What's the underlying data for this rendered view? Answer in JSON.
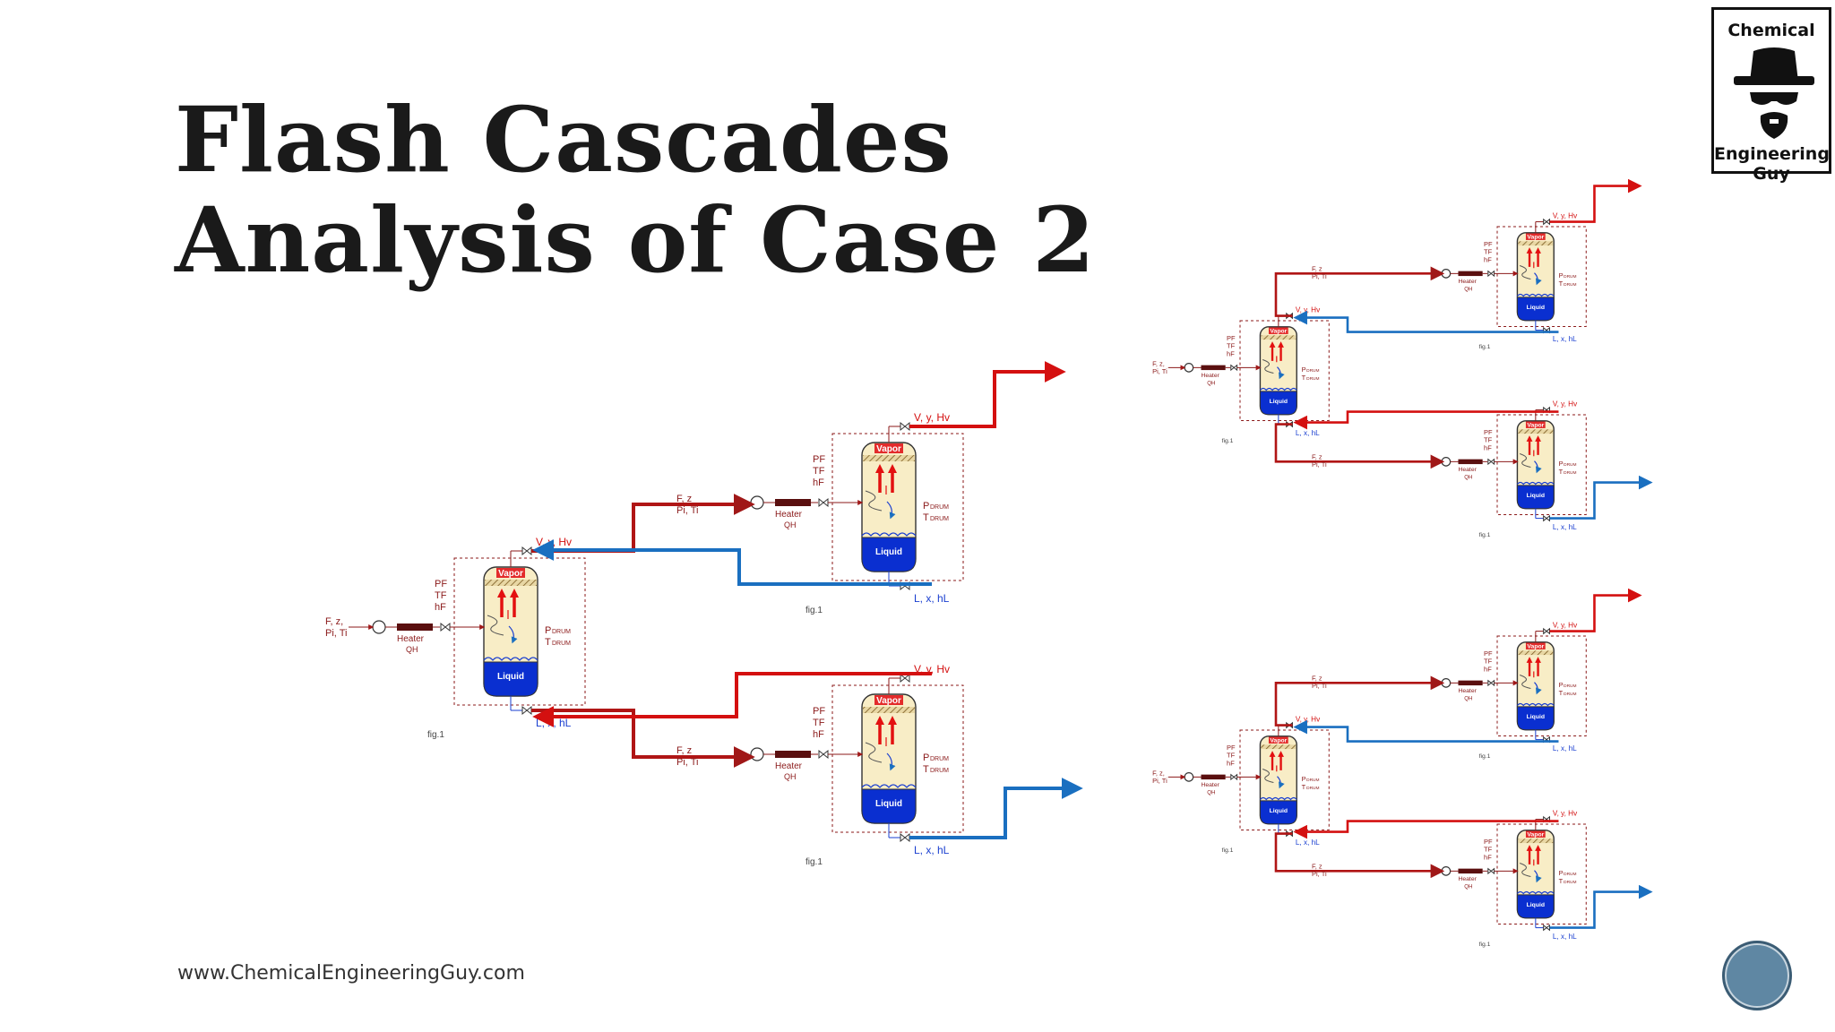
{
  "title": {
    "line1": "Flash Cascades",
    "line2": "Analysis of Case 2"
  },
  "logo": {
    "top_text": "Chemical",
    "bottom_text": "Engineering Guy",
    "icon": "heisenberg-hat-icon"
  },
  "footer": {
    "url": "www.ChemicalEngineeringGuy.com"
  },
  "labels": {
    "feed_a": "F, z,",
    "feed_b": "Pi, Ti",
    "feed_c": "F, z",
    "heater": "Heater",
    "heat_duty": "QH",
    "pf": "PF",
    "tf": "TF",
    "hf": "hF",
    "vapor": "Vapor",
    "liquid": "Liquid",
    "pdrum": "PDRUM",
    "tdrum": "TDRUM",
    "vapor_out": "V, y, Hv",
    "liquid_out": "L, x, hL",
    "fig": "fig.1"
  },
  "colors": {
    "vapor_stream": "#d41010",
    "liquid_stream": "#1a6fc0",
    "feed_stream": "#a01818",
    "drum_fill": "#f8edc6",
    "liquid_fill": "#0a2fd0",
    "label_text": "#8b1a1a",
    "liquid_label": "#1a3fd0"
  }
}
